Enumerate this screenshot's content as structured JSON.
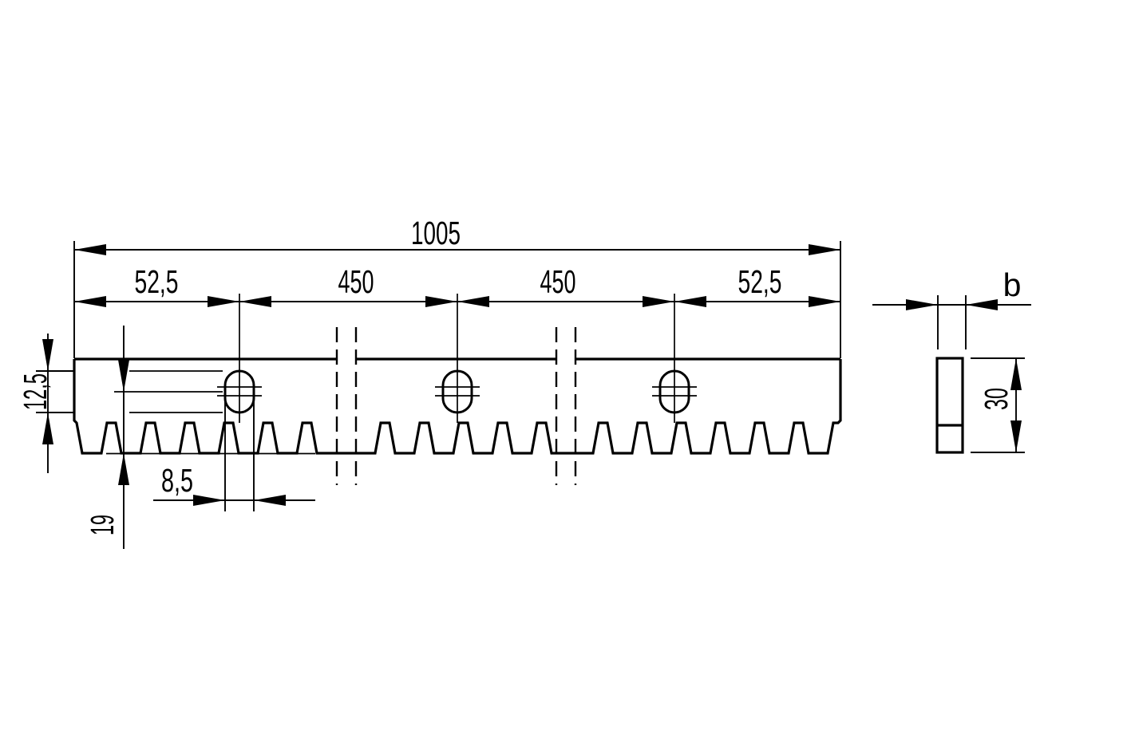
{
  "drawing": {
    "views": {
      "front": "gear-rack-front-view",
      "side": "gear-rack-side-section"
    }
  },
  "dimensions": {
    "overall_length": "1005",
    "left_offset": "52,5",
    "slot_spacing_left": "450",
    "slot_spacing_right": "450",
    "right_offset": "52,5",
    "slot_length": "12,5",
    "tooth_tip_to_slot_center": "19",
    "slot_width": "8,5",
    "section_width": "b",
    "section_height": "30"
  },
  "colors": {
    "line": "#000000",
    "background": "#ffffff"
  }
}
